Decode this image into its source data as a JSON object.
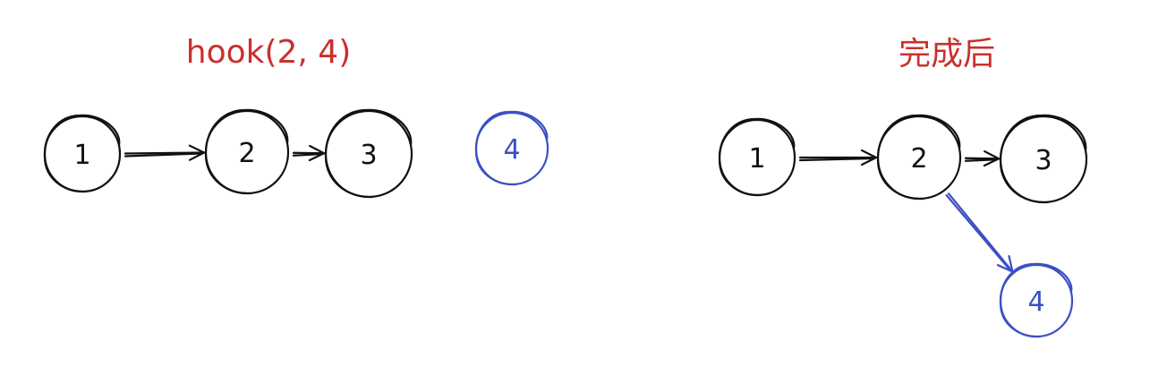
{
  "colors": {
    "title": "#c9302c",
    "node": "#111111",
    "highlight": "#3b4fc4",
    "background": "#ffffff"
  },
  "panels": [
    {
      "key": "before",
      "title": "hook(2, 4)",
      "nodes": [
        {
          "label": "1",
          "style": "normal"
        },
        {
          "label": "2",
          "style": "normal"
        },
        {
          "label": "3",
          "style": "normal"
        },
        {
          "label": "4",
          "style": "highlight"
        }
      ],
      "edges": [
        {
          "from": "1",
          "to": "2",
          "style": "normal"
        },
        {
          "from": "2",
          "to": "3",
          "style": "normal"
        }
      ]
    },
    {
      "key": "after",
      "title": "完成后",
      "nodes": [
        {
          "label": "1",
          "style": "normal"
        },
        {
          "label": "2",
          "style": "normal"
        },
        {
          "label": "3",
          "style": "normal"
        },
        {
          "label": "4",
          "style": "highlight"
        }
      ],
      "edges": [
        {
          "from": "1",
          "to": "2",
          "style": "normal"
        },
        {
          "from": "2",
          "to": "3",
          "style": "normal"
        },
        {
          "from": "2",
          "to": "4",
          "style": "highlight"
        }
      ]
    }
  ]
}
